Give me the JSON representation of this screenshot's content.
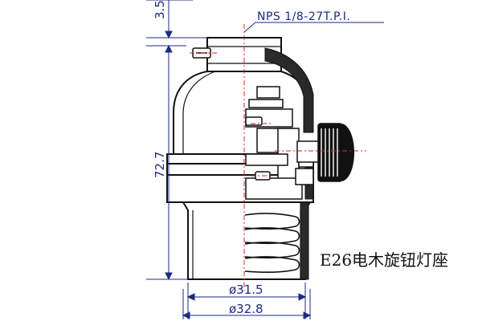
{
  "thread_spec": "NPS 1/8-27T.P.I.",
  "dimensions": {
    "top_offset": "3.5",
    "height": "72.7",
    "inner_diameter": "ø31.5",
    "outer_diameter": "ø32.8"
  },
  "caption": "E26电木旋钮灯座",
  "colors": {
    "outline": "#111111",
    "dimension": "#1d2a80",
    "centerline": "#e0201c"
  }
}
